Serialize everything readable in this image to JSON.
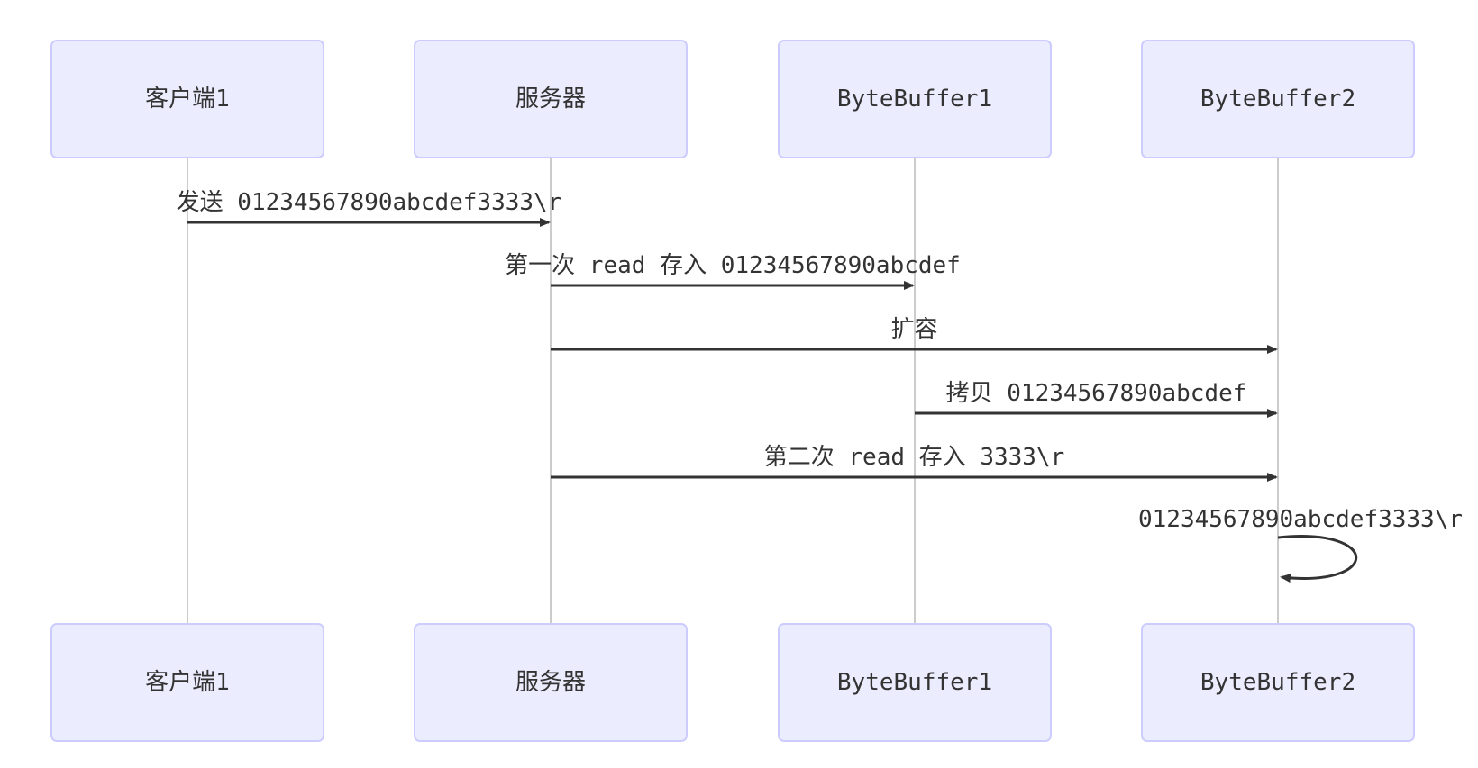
{
  "diagram": {
    "type": "sequence",
    "actors": [
      {
        "id": "client1",
        "label": "客户端1"
      },
      {
        "id": "server",
        "label": "服务器"
      },
      {
        "id": "bytebuffer1",
        "label": "ByteBuffer1"
      },
      {
        "id": "bytebuffer2",
        "label": "ByteBuffer2"
      }
    ],
    "messages": [
      {
        "from": 0,
        "to": 1,
        "label": "发送 01234567890abcdef3333\\r"
      },
      {
        "from": 1,
        "to": 2,
        "label": "第一次 read 存入 01234567890abcdef"
      },
      {
        "from": 1,
        "to": 3,
        "label": "扩容"
      },
      {
        "from": 2,
        "to": 3,
        "label": "拷贝 01234567890abcdef"
      },
      {
        "from": 1,
        "to": 3,
        "label": "第二次 read 存入 3333\\r"
      },
      {
        "from": 3,
        "to": 3,
        "label": "01234567890abcdef3333\\r"
      }
    ],
    "colors": {
      "actor_fill": "#ECECFF",
      "actor_stroke": "#CCCCFF",
      "line": "#333333",
      "lifeline": "#bbbbbb"
    }
  }
}
